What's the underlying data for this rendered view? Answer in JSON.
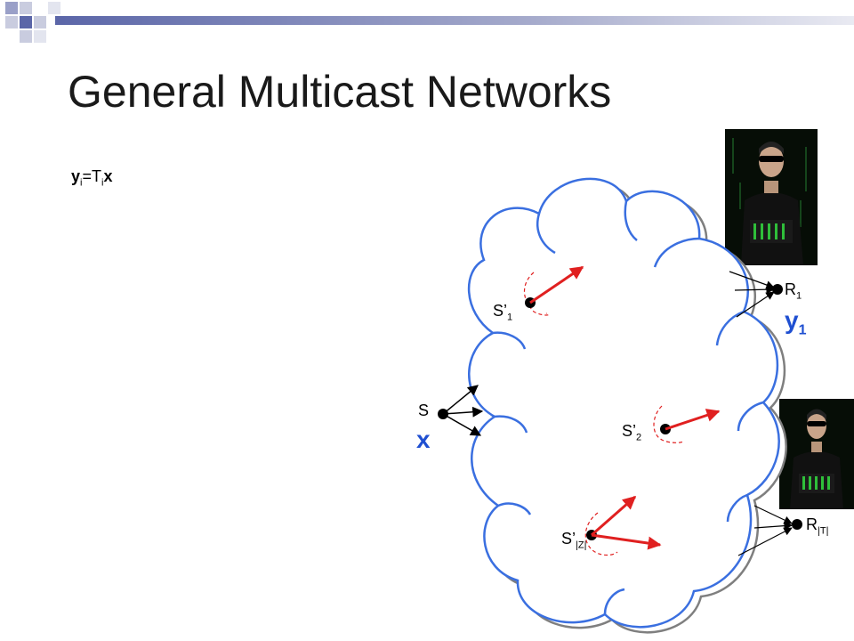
{
  "slide": {
    "title": "General Multicast Networks",
    "equation": {
      "y": "y",
      "i1": "i",
      "eq": "=T",
      "i2": "i",
      "x": "x"
    }
  },
  "labels": {
    "source": "S",
    "source_var": "x",
    "relay1": "S’",
    "relay1_sub": "1",
    "relay2": "S’",
    "relay2_sub": "2",
    "relayZ": "S’",
    "relayZ_sub": "|Z|",
    "receiver1": "R",
    "receiver1_sub": "1",
    "receiver1_var": "y",
    "receiver1_var_sub": "1",
    "receiverT": "R",
    "receiverT_sub": "|T|"
  },
  "colors": {
    "cloud_blue": "#3a6fe0",
    "cloud_gray": "#7f7f7f",
    "arrow_red": "#e02020",
    "accent_blue": "#1f4fd1"
  }
}
